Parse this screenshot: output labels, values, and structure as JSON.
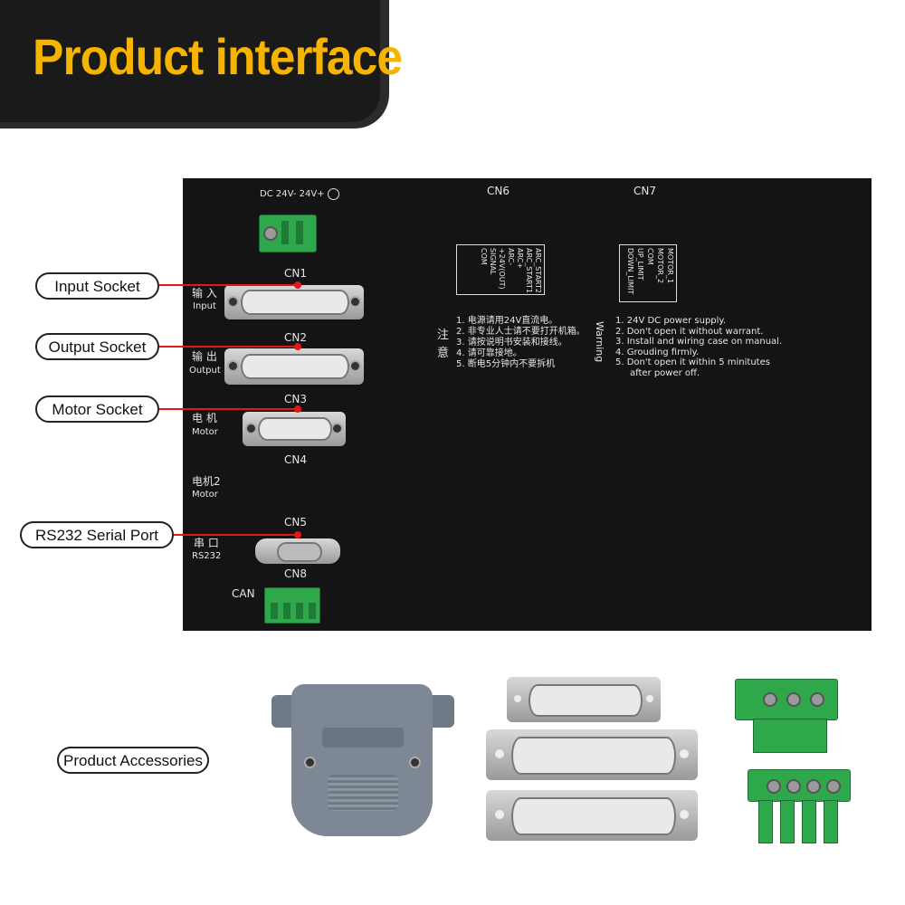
{
  "header": {
    "title": "Product interface"
  },
  "panel": {
    "power_label": "DC  24V-  24V+",
    "cn_labels": {
      "cn1": "CN1",
      "cn2": "CN2",
      "cn3": "CN3",
      "cn4": "CN4",
      "cn5": "CN5",
      "cn6": "CN6",
      "cn7": "CN7",
      "cn8": "CN8"
    },
    "ports": {
      "input_cn": "输 入",
      "input_en": "Input",
      "output_cn": "输 出",
      "output_en": "Output",
      "motor_cn": "电 机",
      "motor_en": "Motor",
      "motor2_cn": "电机2",
      "motor2_en": "Motor",
      "serial_cn": "串 口",
      "serial_en": "RS232",
      "can": "CAN"
    },
    "cn6_pins": [
      "ARC_START2",
      "ARC_START1",
      "ARC+",
      "ARC-",
      "+24V(OUT)",
      "SIGNAL",
      "COM"
    ],
    "cn7_pins": [
      "MOTOR_1",
      "MOTOR_2",
      "COM",
      "UP_LIMIT",
      "DOWN_LIMIT"
    ],
    "notice_title_cn": "注 意",
    "notice_cn": [
      "1. 电源请用24V直流电。",
      "2. 非专业人士请不要打开机箱。",
      "3. 请按说明书安装和接线。",
      "4. 请可靠接地。",
      "5. 断电5分钟内不要拆机"
    ],
    "warning_title": "Warning",
    "warning_en": [
      "1. 24V DC power supply.",
      "2. Don't open it without warrant.",
      "3. Install and wiring case on manual.",
      "4. Grouding firmly.",
      "5. Don't open it within 5 minitutes",
      "after power off."
    ]
  },
  "callouts": {
    "input": "Input Socket",
    "output": "Output Socket",
    "motor": "Motor Socket",
    "serial": "RS232 Serial Port",
    "accessories": "Product Accessories"
  },
  "colors": {
    "accent": "#f6b400",
    "leader": "#e01818",
    "panel": "#141416",
    "terminal_green": "#2ea84a"
  }
}
